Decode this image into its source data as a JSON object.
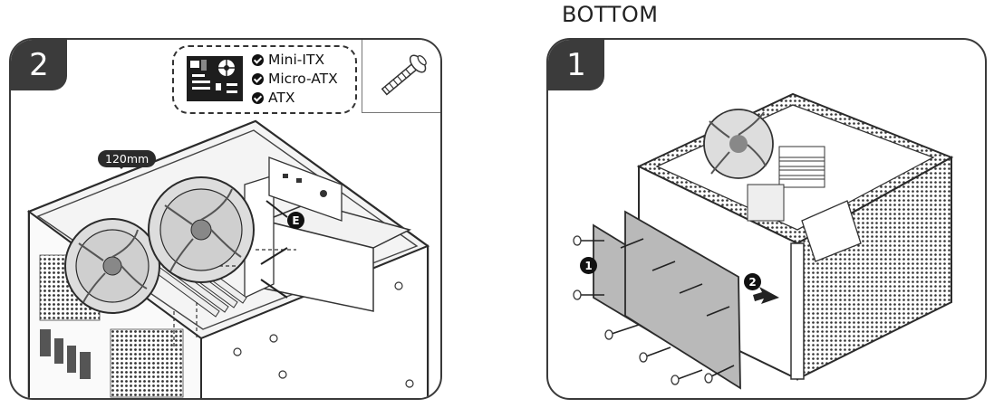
{
  "header": {
    "title": "BOTTOM"
  },
  "steps": {
    "left": {
      "number": "2"
    },
    "right": {
      "number": "1"
    }
  },
  "compatibility": {
    "items": [
      "Mini-ITX",
      "Micro-ATX",
      "ATX"
    ],
    "icon": "motherboard-icon"
  },
  "annotations": {
    "fan_size": "120mm",
    "screw_marker": "E",
    "callout_1": "1",
    "callout_2": "2"
  },
  "colors": {
    "ink": "#2b2b2b",
    "panel_fill": "#b9b9b9",
    "outline": "#3a3a3a"
  }
}
